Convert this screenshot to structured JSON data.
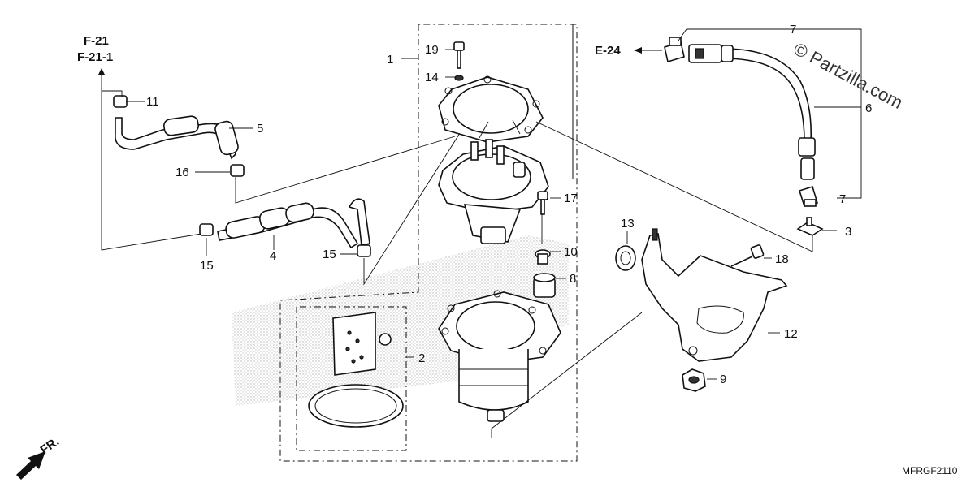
{
  "refs": {
    "f21": "F-21",
    "f211": "F-21-1",
    "e24": "E-24"
  },
  "labels": {
    "p1": "1",
    "p2": "2",
    "p3": "3",
    "p4": "4",
    "p5": "5",
    "p6": "6",
    "p7a": "7",
    "p7b": "7",
    "p8": "8",
    "p9": "9",
    "p10": "10",
    "p11": "11",
    "p12": "12",
    "p13": "13",
    "p14": "14",
    "p15a": "15",
    "p15b": "15",
    "p16": "16",
    "p17": "17",
    "p18": "18",
    "p19": "19"
  },
  "watermark": "© Partzilla.com",
  "front_indicator": "FR.",
  "diagram_code": "MFRGF2110",
  "icons": [
    "front-arrow-icon",
    "copyright-icon"
  ]
}
